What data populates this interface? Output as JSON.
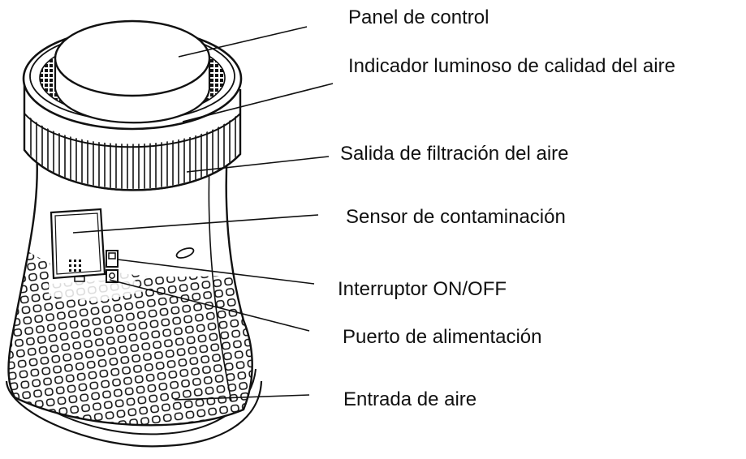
{
  "diagram": {
    "subject": "air-purifier",
    "labels": [
      {
        "id": "panel",
        "text": "Panel de control"
      },
      {
        "id": "indicator",
        "text": "Indicador luminoso de calidad del aire"
      },
      {
        "id": "outlet",
        "text": "Salida de filtración del aire"
      },
      {
        "id": "sensor",
        "text": "Sensor de contaminación"
      },
      {
        "id": "switch",
        "text": "Interruptor ON/OFF"
      },
      {
        "id": "power",
        "text": "Puerto de alimentación"
      },
      {
        "id": "inlet",
        "text": "Entrada de aire"
      }
    ],
    "colors": {
      "line": "#111111",
      "background": "#ffffff"
    }
  }
}
